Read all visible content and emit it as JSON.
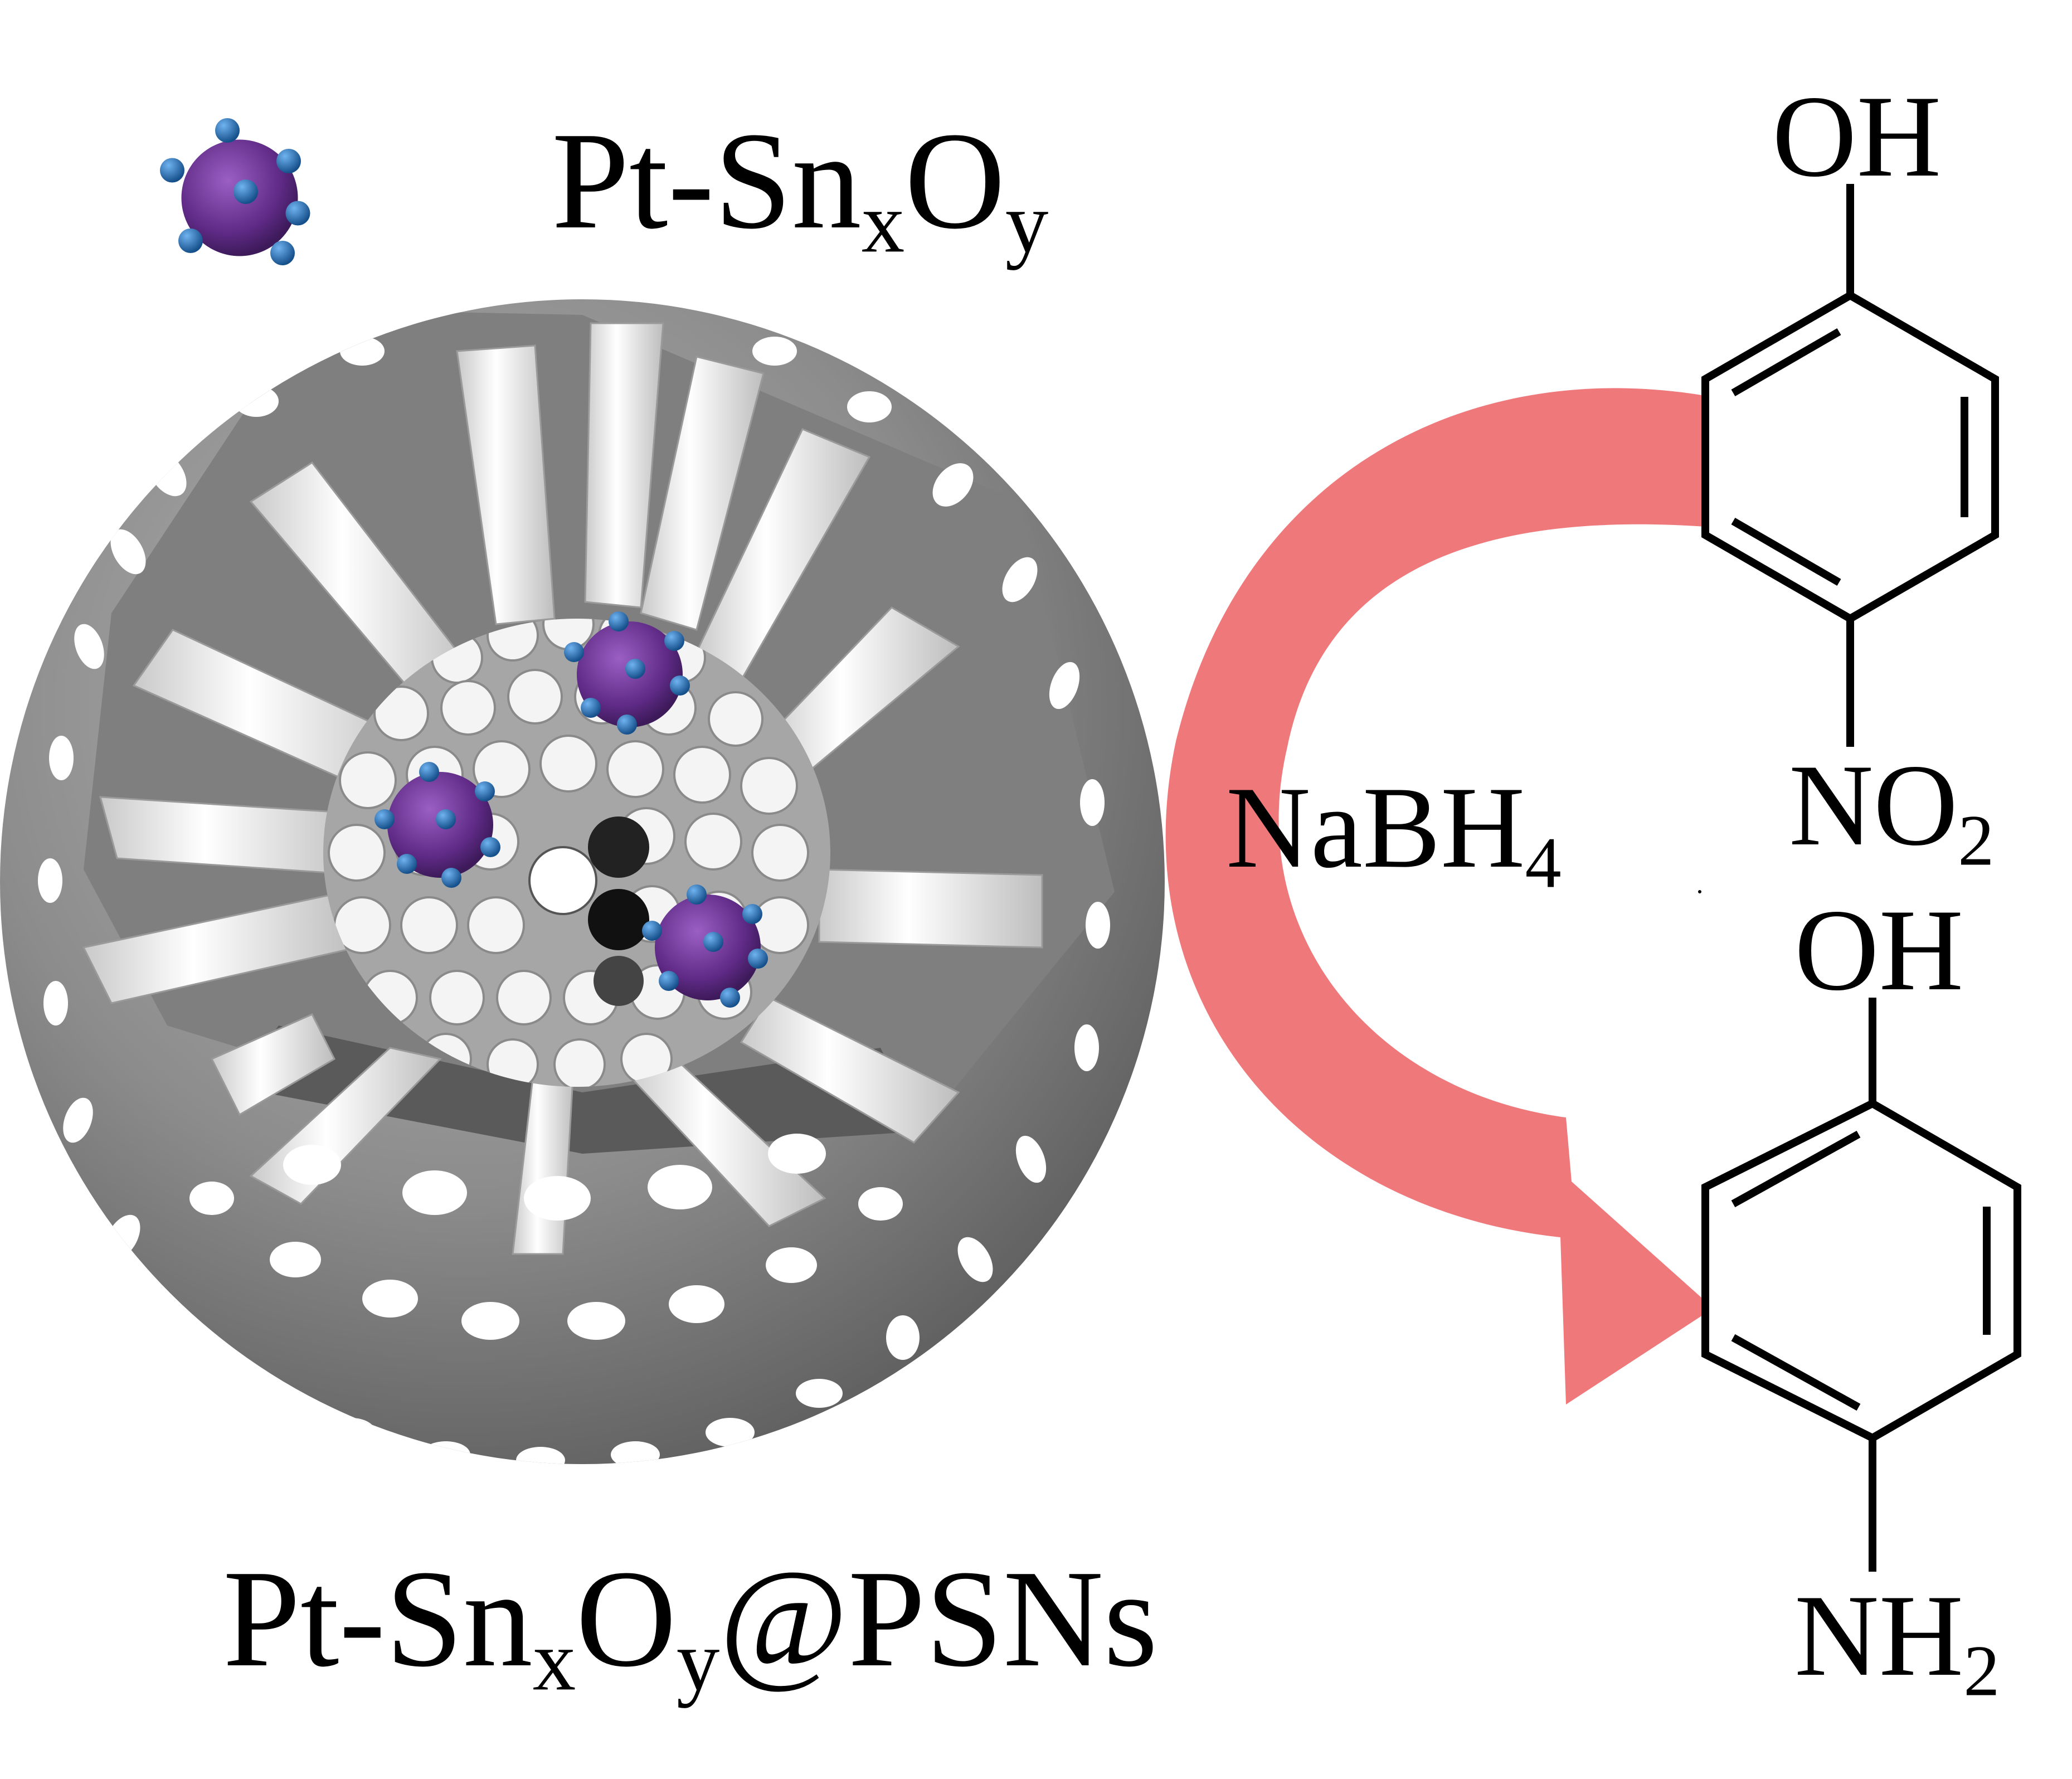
{
  "labels": {
    "nanoparticle": "Pt-Sn",
    "nanoparticle_x": "x",
    "nanoparticle_o": "O",
    "nanoparticle_y": "y",
    "composite": "Pt-Sn",
    "composite_x": "x",
    "composite_o": "O",
    "composite_y": "y",
    "composite_suffix": "@PSNs",
    "reagent": "NaBH",
    "reagent_sub": "4",
    "top_oh": "OH",
    "top_group": "NO",
    "top_group_sub": "2",
    "bottom_oh": "OH",
    "bottom_group": "NH",
    "bottom_group_sub": "2"
  },
  "colors": {
    "arrow": "#ee6c70",
    "sphere": "#8f8f8f",
    "nanoparticle_core": "#6a2f8e",
    "nanoparticle_dots": "#1f6fb5",
    "bonds": "#000000"
  }
}
